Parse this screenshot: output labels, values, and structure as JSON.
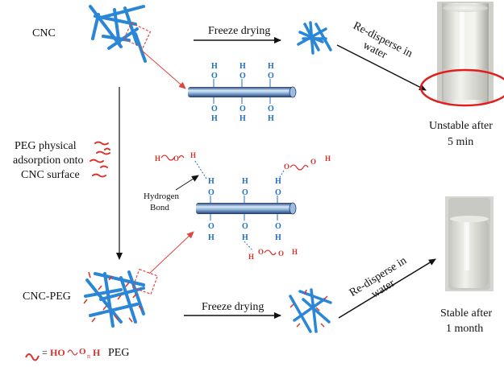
{
  "labels": {
    "cnc": "CNC",
    "cnc_peg": "CNC-PEG",
    "peg_adsorption_1": "PEG physical",
    "peg_adsorption_2": "adsorption onto",
    "peg_adsorption_3": "CNC surface",
    "freeze_drying_top": "Freeze drying",
    "freeze_drying_bottom": "Freeze drying",
    "redisperse_top_1": "Re-disperse in",
    "redisperse_top_2": "water",
    "redisperse_bottom_1": "Re-disperse in",
    "redisperse_bottom_2": "water",
    "unstable_1": "Unstable after",
    "unstable_2": "5 min",
    "stable_1": "Stable after",
    "stable_2": "1 month",
    "hydrogen_1": "Hydrogen",
    "hydrogen_2": "Bond",
    "legend_equals": "=",
    "legend_ho": "HO",
    "legend_o": "O",
    "legend_n": "n",
    "legend_h": "H",
    "legend_peg": "PEG",
    "atom_h": "H",
    "atom_o": "O"
  },
  "colors": {
    "cnc_rod": "#2a86d6",
    "peg_chain": "#d8342c",
    "hydroxyl": "#1f6fc0",
    "arrow": "#111111",
    "red_arrow": "#e0443c",
    "highlight_ellipse": "#e02020"
  }
}
